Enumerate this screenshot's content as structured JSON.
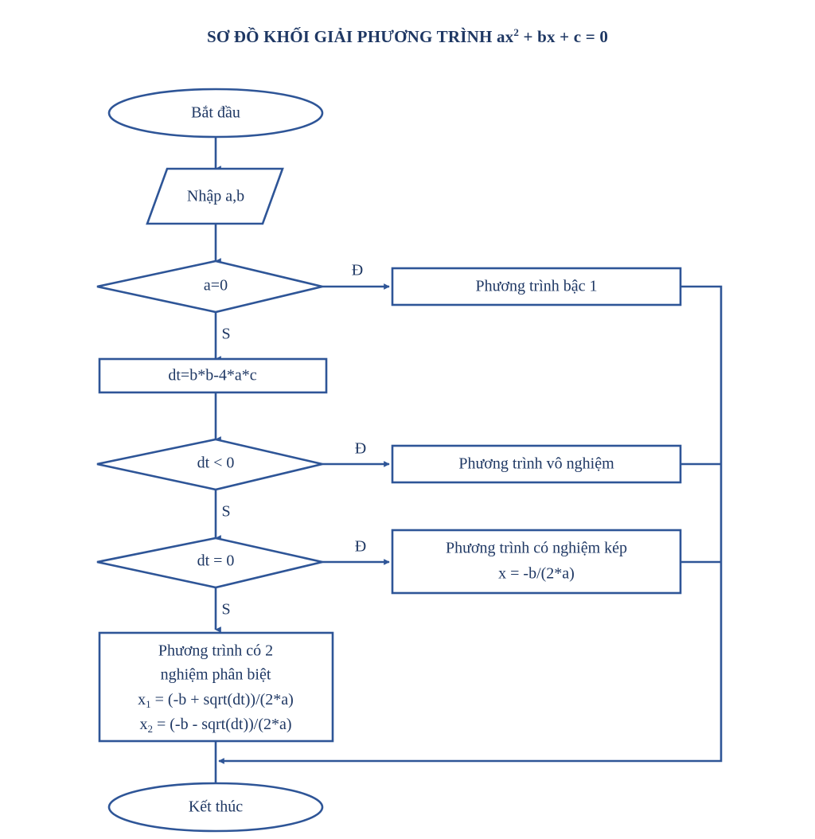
{
  "title": {
    "main": "SƠ ĐỒ KHỐI GIẢI PHƯƠNG TRÌNH ax",
    "sup": "2",
    "tail": " + bx + c = 0"
  },
  "colors": {
    "stroke": "#2e5597",
    "text": "#1f3864",
    "fill": "#ffffff",
    "background": "#ffffff"
  },
  "nodes": {
    "start": {
      "label": "Bắt đầu",
      "type": "terminator"
    },
    "input": {
      "label": "Nhập a,b",
      "type": "input-output"
    },
    "decision_a": {
      "label": "a=0",
      "type": "decision"
    },
    "linear": {
      "label": "Phương trình bậc 1",
      "type": "process"
    },
    "compute_dt": {
      "label": "dt=b*b-4*a*c",
      "type": "process"
    },
    "decision_dt_neg": {
      "label": "dt < 0",
      "type": "decision"
    },
    "no_root": {
      "label": "Phương trình vô nghiệm",
      "type": "process"
    },
    "decision_dt_zero": {
      "label": "dt = 0",
      "type": "decision"
    },
    "double_root": {
      "type": "process",
      "line1": "Phương trình có nghiệm kép",
      "line2": "x = -b/(2*a)"
    },
    "two_roots": {
      "type": "process",
      "line1": "Phương trình có 2",
      "line2": "nghiệm phân biệt",
      "line3_var": "x",
      "line3_sub": "1",
      "line3_rest": " = (-b + sqrt(dt))/(2*a)",
      "line4_var": "x",
      "line4_sub": "2",
      "line4_rest": " = (-b - sqrt(dt))/(2*a)"
    },
    "end": {
      "label": "Kết thúc",
      "type": "terminator"
    }
  },
  "edge_labels": {
    "yes_1": "Đ",
    "no_1": "S",
    "yes_2": "Đ",
    "no_2": "S",
    "yes_3": "Đ",
    "no_3": "S"
  }
}
